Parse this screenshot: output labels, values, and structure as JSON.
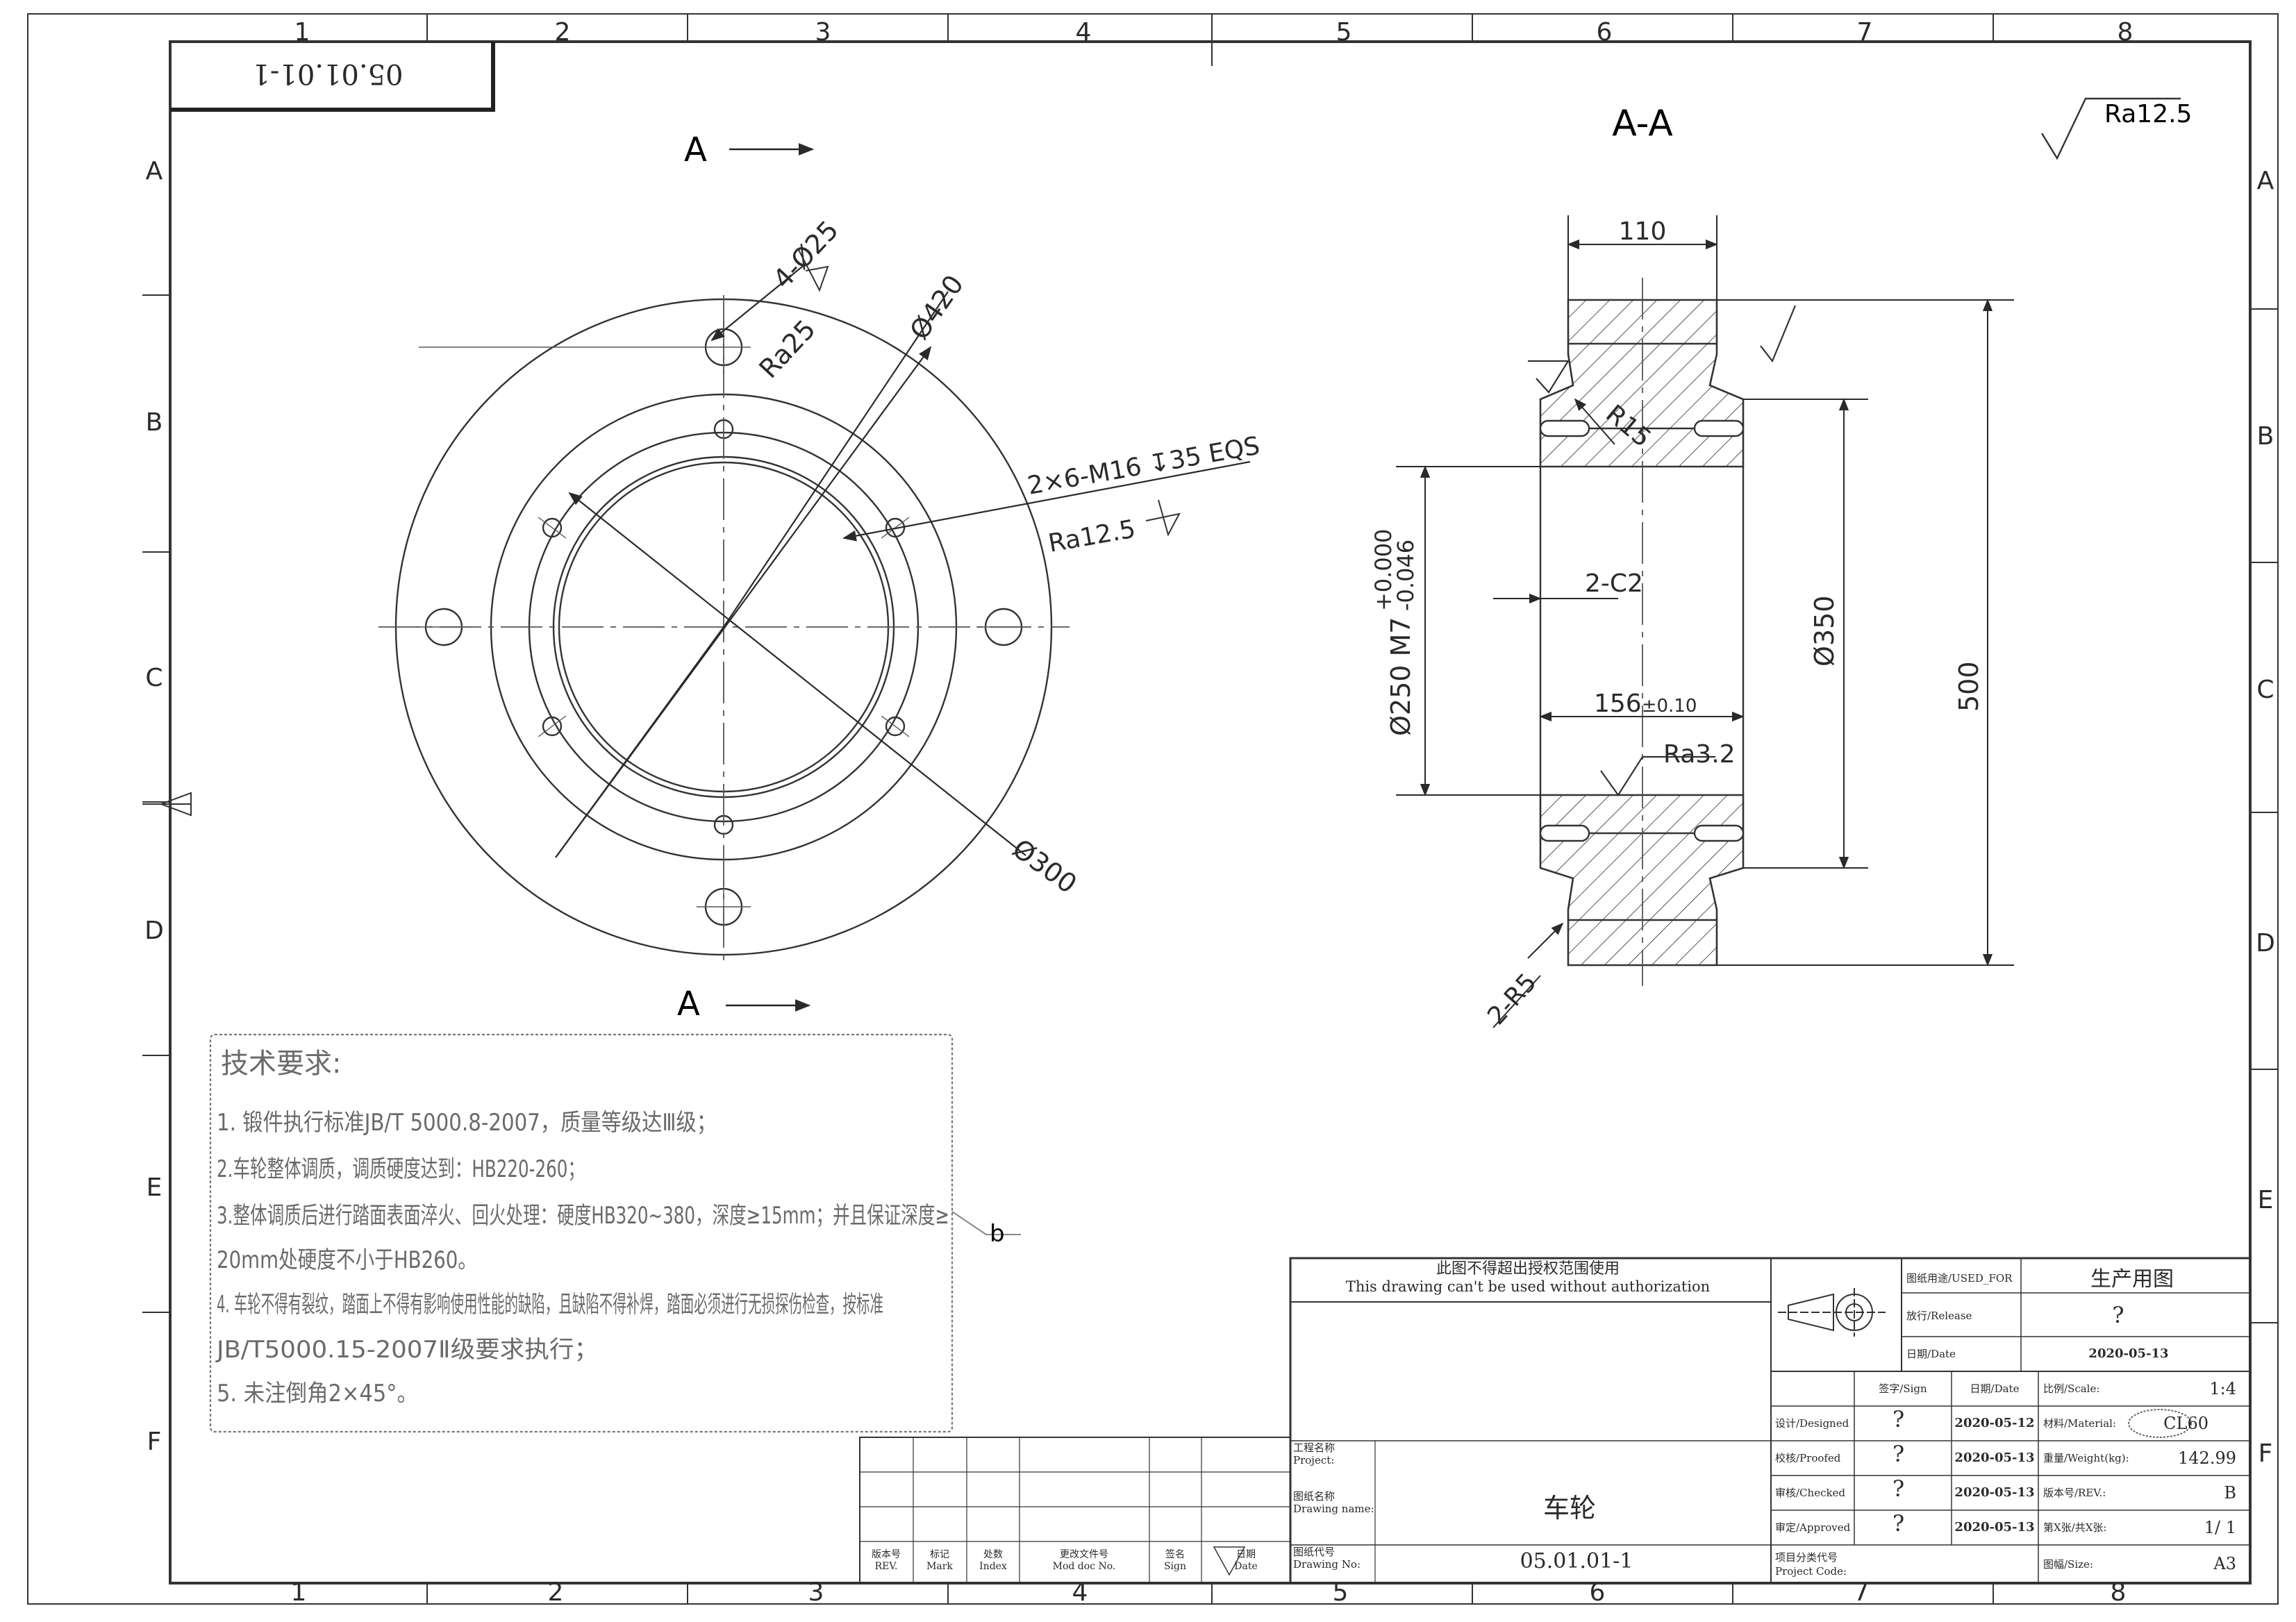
{
  "sheet": {
    "border_numbers_top": [
      "1",
      "2",
      "3",
      "4",
      "5",
      "6",
      "7",
      "8"
    ],
    "border_numbers_bottom": [
      "1",
      "2",
      "3",
      "4",
      "5",
      "6",
      "7",
      "8"
    ],
    "border_letters": [
      "A",
      "B",
      "C",
      "D",
      "E",
      "F"
    ],
    "corner_code_mirrored": "05.01.01-1"
  },
  "front_view": {
    "section_mark_top": "A",
    "section_mark_bottom": "A",
    "holes_label": "4-Ø25",
    "holes_roughness": "Ra25",
    "outer_dia": "Ø420",
    "tapped_label": "2×6-M16 ↧35 EQS",
    "tapped_roughness": "Ra12.5",
    "pcd_dia": "Ø300"
  },
  "section_view": {
    "title": "A-A",
    "general_roughness": "Ra12.5",
    "width_110": "110",
    "radius_r15": "R15",
    "chamfer": "2-C2",
    "bore_label": "Ø250 M7",
    "bore_tol_upper": "+0.000",
    "bore_tol_lower": "-0.046",
    "dim_156": "156",
    "dim_156_tol": "±0.10",
    "bore_roughness": "Ra3.2",
    "dia_350": "Ø350",
    "dia_500": "500",
    "radius_r5": "2-R5"
  },
  "tech_requirements": {
    "title": "技术要求:",
    "lines": [
      "1.  锻件执行标准JB/T 5000.8-2007，质量等级达Ⅲ级；",
      "2.车轮整体调质，调质硬度达到：HB220-260；",
      "3.整体调质后进行踏面表面淬火、回火处理：硬度HB320~380，深度≥15mm；并且保证深度≥",
      "20mm处硬度不小于HB260。",
      "4.  车轮不得有裂纹，踏面上不得有影响使用性能的缺陷，且缺陷不得补焊，踏面必须进行无损探伤检查，按标准",
      "JB/T5000.15-2007Ⅱ级要求执行；",
      "5.  未注倒角2×45°。"
    ],
    "callout": "b"
  },
  "title_block": {
    "notice_cn": "此图不得超出授权范围使用",
    "notice_en": "This drawing can't be used without authorization",
    "used_for_label": "图纸用途/USED_FOR",
    "used_for_value": "生产用图",
    "release_label": "放行/Release",
    "release_value": "?",
    "date_label": "日期/Date",
    "date_value": "2020-05-13",
    "sign_header": "签字/Sign",
    "date_header": "日期/Date",
    "designed_label": "设计/Designed",
    "designed_sign": "?",
    "designed_date": "2020-05-12",
    "proofed_label": "校核/Proofed",
    "proofed_sign": "?",
    "proofed_date": "2020-05-13",
    "checked_label": "审核/Checked",
    "checked_sign": "?",
    "checked_date": "2020-05-13",
    "approved_label": "审定/Approved",
    "approved_sign": "?",
    "approved_date": "2020-05-13",
    "project_code_label_cn": "项目分类代号",
    "project_code_label_en": "Project Code:",
    "scale_label": "比例/Scale:",
    "scale_value": "1:4",
    "material_label": "材料/Material:",
    "material_value": "CL60",
    "weight_label": "重量/Weight(kg):",
    "weight_value": "142.99",
    "rev_label": "版本号/REV.:",
    "rev_value": "B",
    "sheet_label": "第X张/共X张:",
    "sheet_value": "1/ 1",
    "size_label": "图幅/Size:",
    "size_value": "A3",
    "project_label_cn": "工程名称",
    "project_label_en": "Project:",
    "drawing_name_label_cn": "图纸名称",
    "drawing_name_label_en": "Drawing name:",
    "drawing_name_value": "车轮",
    "drawing_no_label_cn": "图纸代号",
    "drawing_no_label_en": "Drawing No:",
    "drawing_no_value": "05.01.01-1",
    "rev_table_headers": [
      {
        "cn": "版本号",
        "en": "REV."
      },
      {
        "cn": "标记",
        "en": "Mark"
      },
      {
        "cn": "处数",
        "en": "Index"
      },
      {
        "cn": "更改文件号",
        "en": "Mod doc No."
      },
      {
        "cn": "签名",
        "en": "Sign"
      },
      {
        "cn": "日期",
        "en": "Date"
      }
    ]
  }
}
